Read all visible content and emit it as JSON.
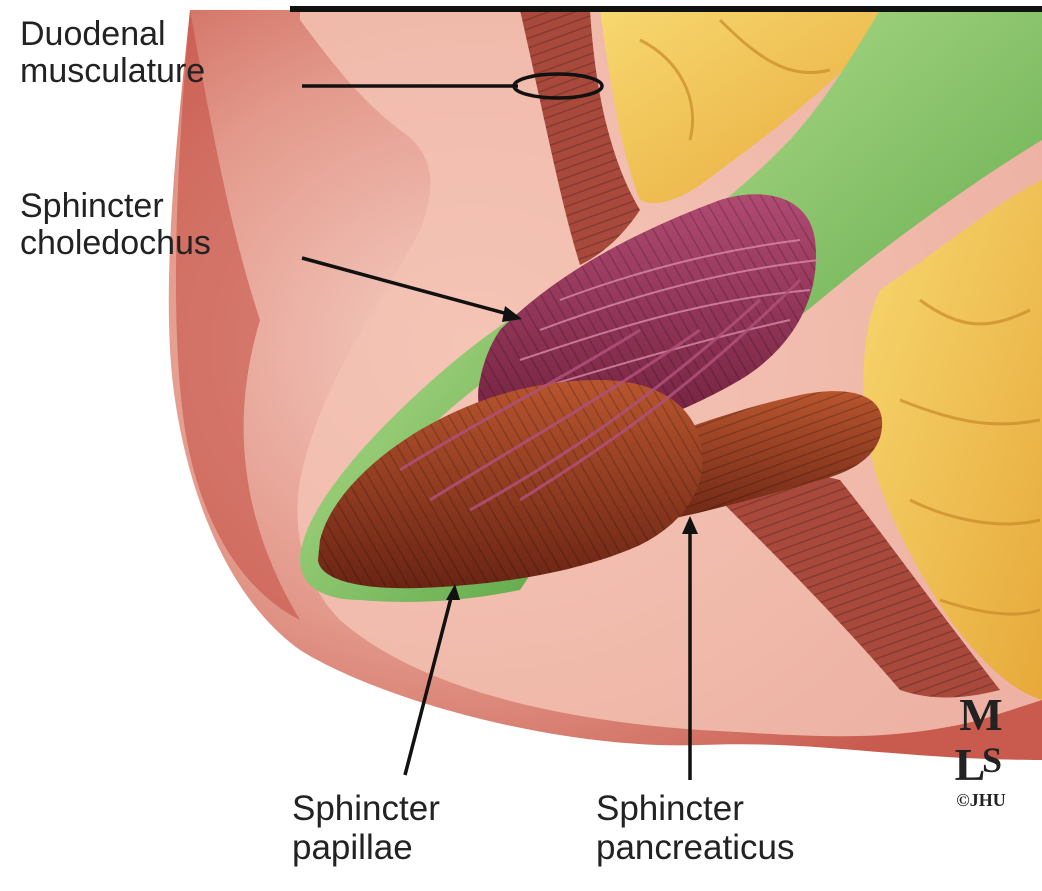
{
  "labels": {
    "duodenal_musculature": [
      "Duodenal",
      "musculature"
    ],
    "sphincter_choledochus": [
      "Sphincter",
      "choledochus"
    ],
    "sphincter_papillae": [
      "Sphincter",
      "papillae"
    ],
    "sphincter_pancreaticus": [
      "Sphincter",
      "pancreaticus"
    ]
  },
  "credit": {
    "monogram": "MLS",
    "copyright": "©JHU"
  },
  "colors": {
    "tissue_pink": "#f0b4a8",
    "tissue_red": "#c8584a",
    "fat_yellow": "#f2c64a",
    "duct_green": "#8cc86a",
    "muscle_maroon": "#8e2e50",
    "muscle_brown": "#8a3a22"
  }
}
